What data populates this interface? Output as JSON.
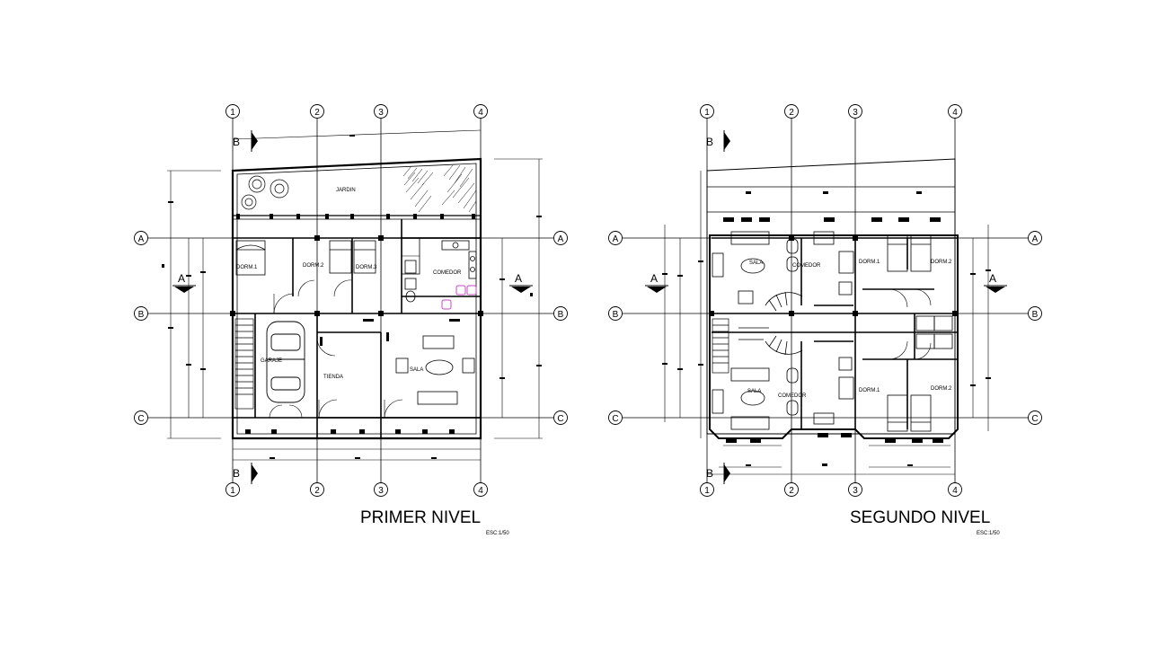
{
  "colors": {
    "ink": "#000000",
    "fixture": "#cc44cc",
    "background": "#ffffff"
  },
  "grid": {
    "columns": [
      "1",
      "2",
      "3",
      "4"
    ],
    "rows": [
      "A",
      "B",
      "C"
    ]
  },
  "sections": {
    "transverse": "A",
    "longitudinal": "B"
  },
  "plans": [
    {
      "title": "PRIMER NIVEL",
      "scale": "ESC:1/50",
      "rooms": [
        "JARDIN",
        "DORM.1",
        "DORM.2",
        "DORM.3",
        "COMEDOR",
        "GARAJE",
        "TIENDA",
        "SALA"
      ]
    },
    {
      "title": "SEGUNDO NIVEL",
      "scale": "ESC:1/50",
      "rooms": [
        "SALA",
        "COMEDOR",
        "DORM.1",
        "DORM.2",
        "SALA",
        "COMEDOR",
        "DORM.1",
        "DORM.2"
      ]
    }
  ]
}
